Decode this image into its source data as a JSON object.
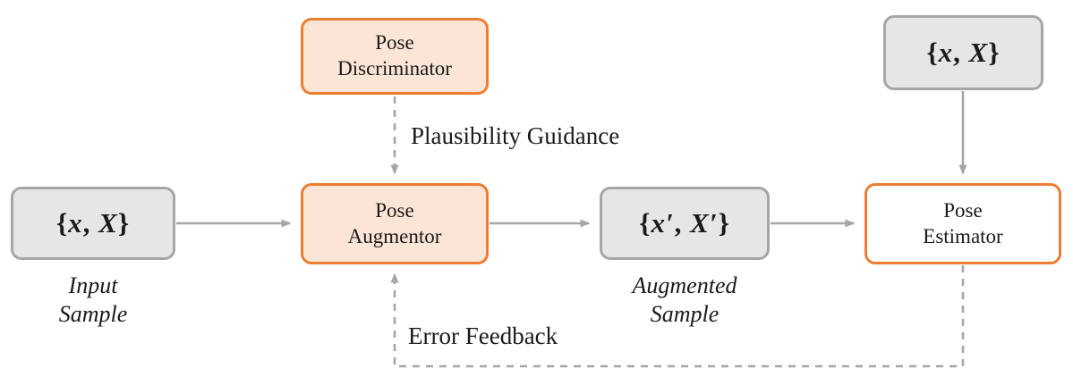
{
  "figure": {
    "colors": {
      "accent_orange": "#ED7D31",
      "orange_fill": "#FBE5D6",
      "gray_border": "#A6A6A6",
      "gray_fill": "#E7E6E6",
      "arrow_color": "#A6A6A6"
    },
    "boxes": {
      "pose_discriminator": {
        "line1": "Pose",
        "line2": "Discriminator"
      },
      "pose_augmentor": {
        "line1": "Pose",
        "line2": "Augmentor"
      },
      "pose_estimator": {
        "line1": "Pose",
        "line2": "Estimator"
      },
      "input_sample": {
        "open": "{",
        "var1": "x",
        "sep": ", ",
        "var2": "X",
        "close": "}"
      },
      "estimator_input": {
        "open": "{",
        "var1": "x",
        "sep": ", ",
        "var2": "X",
        "close": "}"
      },
      "augmented_sample": {
        "open": "{",
        "var1": "x′",
        "sep": ", ",
        "var2": "X′",
        "close": "}"
      }
    },
    "captions": {
      "input_sample": {
        "line1": "Input",
        "line2": "Sample"
      },
      "augmented_sample": {
        "line1": "Augmented",
        "line2": "Sample"
      }
    },
    "arrow_labels": {
      "plausibility": "Plausibility Guidance",
      "error_feedback": "Error Feedback"
    }
  }
}
